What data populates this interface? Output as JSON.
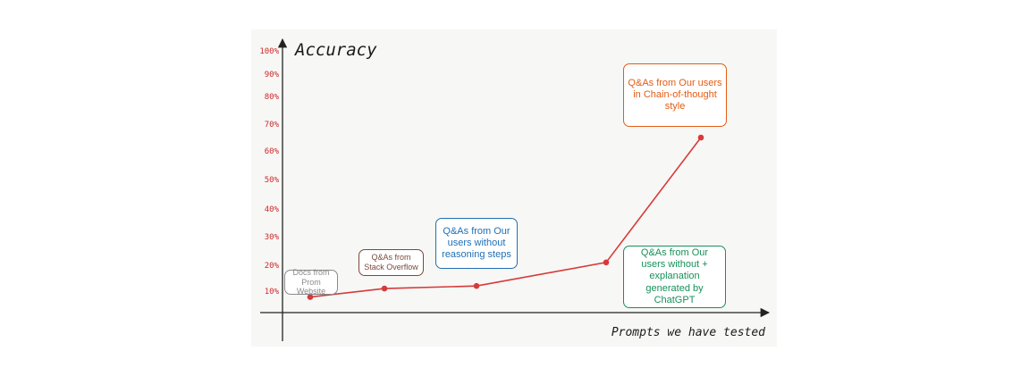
{
  "chart_data": {
    "type": "line",
    "title": "",
    "ylabel": "Accuracy",
    "xlabel": "Prompts we have tested",
    "y_ticks": [
      "100%",
      "90%",
      "80%",
      "70%",
      "60%",
      "50%",
      "40%",
      "30%",
      "20%",
      "10%"
    ],
    "ylim": [
      0,
      100
    ],
    "series": [
      {
        "x": [
          "Docs from Prom Website",
          "Q&As from Stack Overflow",
          "Q&As from Our users without reasoning steps",
          "Q&As from Our users without + explanation generated by ChatGPT",
          "Q&As from Our users in Chain-of-thought style"
        ],
        "values": [
          7,
          11,
          12,
          21,
          65
        ]
      }
    ],
    "annotations": [
      {
        "text": "Docs from Prom Website",
        "color": "#8a8a8a"
      },
      {
        "text": "Q&As from Stack Overflow",
        "color": "#7a4a3a"
      },
      {
        "text": "Q&As from Our users without reasoning steps",
        "color": "#1f6fb5"
      },
      {
        "text": "Q&As from Our users without + explanation generated by ChatGPT",
        "color": "#16905a"
      },
      {
        "text": "Q&As from Our users  in Chain-of-thought style",
        "color": "#e35c14"
      }
    ],
    "colors": {
      "line": "#d63a3a",
      "tick_labels": "#cc2a2a",
      "axis": "#222222"
    }
  }
}
